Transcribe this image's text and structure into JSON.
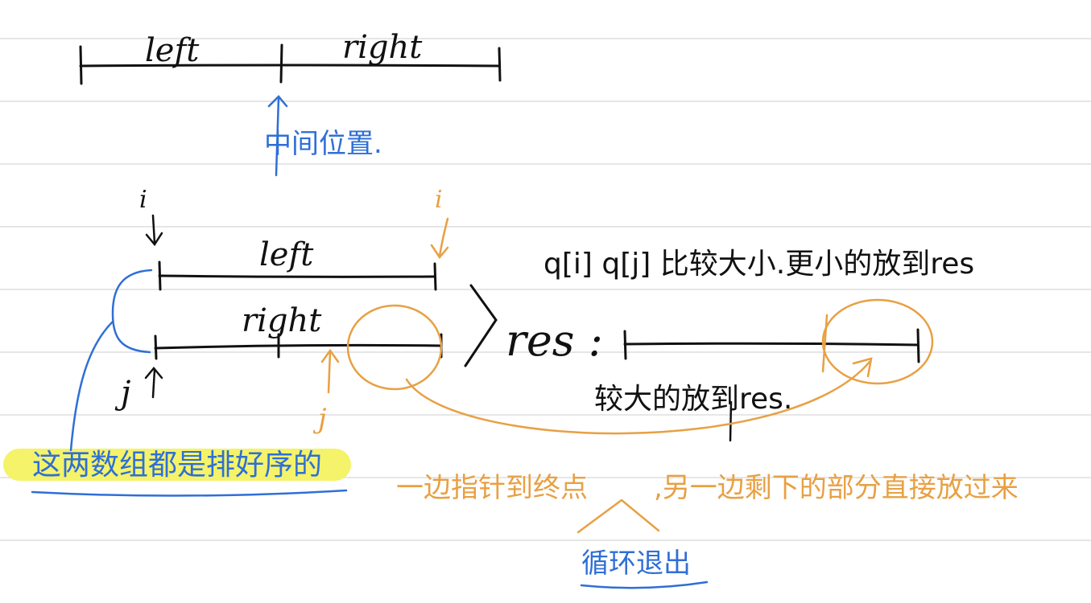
{
  "colors": {
    "ink": "#111111",
    "blue": "#2f6fd6",
    "orange": "#e8a043",
    "highlight": "#f4f36a",
    "ruled_line": "#d8d8d8"
  },
  "top_diagram": {
    "left_label": "left",
    "right_label": "right",
    "middle_note": "中间位置."
  },
  "merge_diagram": {
    "i_label_top": "i",
    "i_label_end": "i",
    "j_label_bottom": "j",
    "j_label_end": "j",
    "left_label": "left",
    "right_label": "right",
    "res_label": "res :",
    "compare_note": "q[i]  q[j] 比较大小.更小的放到res",
    "copy_note": "较大的放到res.",
    "sorted_note": "这两数组都是排好序的",
    "one_side_end_note": "一边指针到终点",
    "other_side_note": ",另一边剩下的部分直接放过来",
    "loop_exit_note": "循环退出"
  }
}
